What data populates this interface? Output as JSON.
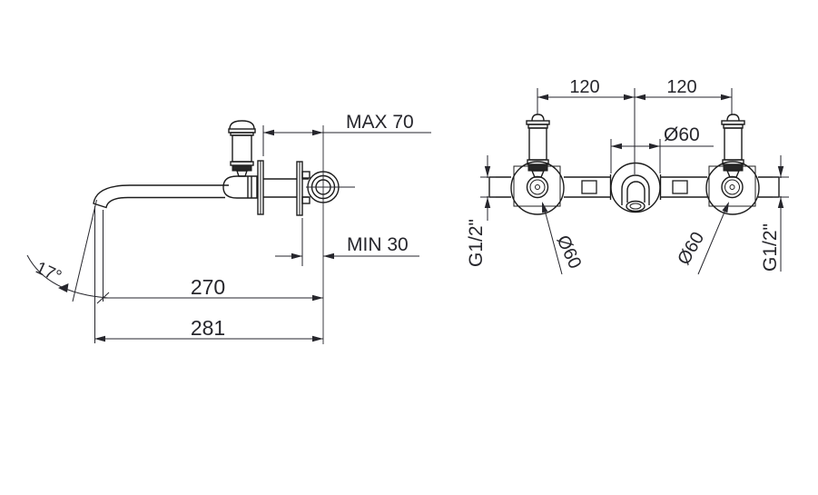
{
  "drawing": {
    "type": "faucet installation technical drawing",
    "side_view": {
      "max_depth": "MAX 70",
      "min_depth": "MIN 30",
      "spout_projection": "270",
      "overall_projection": "281",
      "outlet_angle": "17°"
    },
    "front_view": {
      "spacing_left": "120",
      "spacing_right": "120",
      "center_escutcheon_diameter": "Ø60",
      "left_escutcheon_diameter": "Ø60",
      "right_escutcheon_diameter": "Ø60",
      "left_connection_size": "G1/2\"",
      "right_connection_size": "G1/2\""
    },
    "colors": {
      "line": "#1c1c1c",
      "dimension": "#26262c",
      "background": "#ffffff"
    }
  }
}
